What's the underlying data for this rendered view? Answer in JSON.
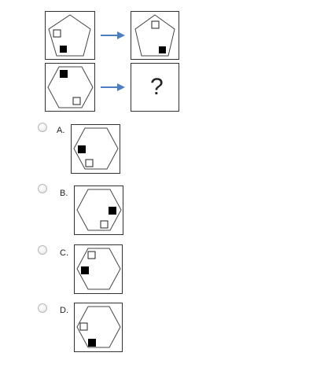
{
  "question": {
    "mark": "?",
    "arrow_color": "#4a7fc4"
  },
  "options": [
    {
      "letter": "A."
    },
    {
      "letter": "B."
    },
    {
      "letter": "C."
    },
    {
      "letter": "D."
    }
  ]
}
